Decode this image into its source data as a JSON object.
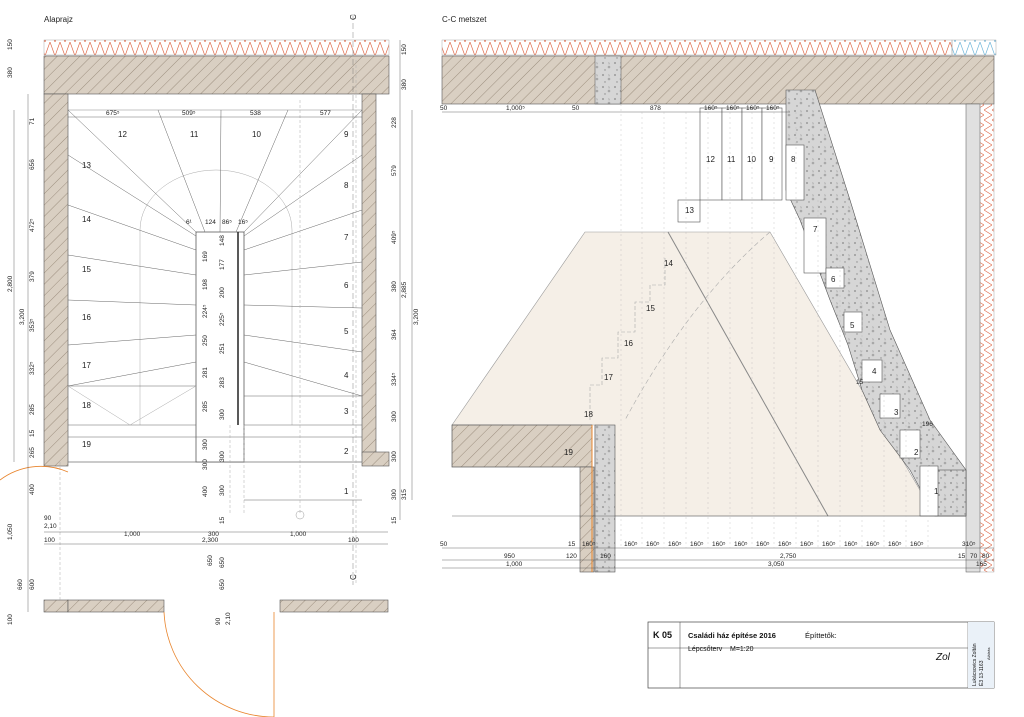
{
  "plan": {
    "title": "Alaprajz",
    "top_dims": [
      "675⁵",
      "509⁵",
      "538",
      "577"
    ],
    "left_dims": [
      "380",
      "150",
      "71",
      "656",
      "472⁵",
      "379",
      "353⁵",
      "332⁵",
      "285",
      "15",
      "265",
      "400",
      "1,050",
      "660",
      "600",
      "650",
      "100"
    ],
    "left_total": [
      "2,800",
      "3,200"
    ],
    "right_dims": [
      "150",
      "380",
      "228",
      "579",
      "409⁵",
      "380",
      "364",
      "334⁵",
      "300",
      "300",
      "300",
      "315",
      "15"
    ],
    "right_total": [
      "2,885",
      "3,200"
    ],
    "well_dims_top": [
      "6¹",
      "124",
      "86⁵",
      "16⁵"
    ],
    "well_dims": [
      "169",
      "198",
      "224⁵",
      "250",
      "281",
      "285",
      "300",
      "300",
      "400",
      "15",
      "148",
      "177",
      "200",
      "225⁵",
      "251",
      "283",
      "300",
      "300",
      "300"
    ],
    "bottom_dims": [
      "100",
      "1,000",
      "300",
      "1,000",
      "100"
    ],
    "bottom_total": "2,300",
    "misc_dims": [
      "90",
      "2,10",
      "650",
      "650",
      "90",
      "2,10"
    ],
    "treads_left": [
      "12",
      "11",
      "13",
      "14",
      "15",
      "16",
      "17",
      "18",
      "19"
    ],
    "treads_right": [
      "10",
      "9",
      "8",
      "7",
      "6",
      "5",
      "4",
      "3",
      "2",
      "1"
    ],
    "section_marker": "C"
  },
  "section": {
    "title": "C-C metszet",
    "top_dims": [
      "50",
      "1,000⁵",
      "50",
      "878",
      "160⁵",
      "160⁵",
      "160⁵",
      "160⁵"
    ],
    "bottom_dims": [
      "50",
      "15",
      "160⁵",
      "160⁵",
      "160⁵",
      "160⁵",
      "160⁵",
      "160⁵",
      "160⁵",
      "160⁵",
      "160⁵",
      "160⁵",
      "160⁵",
      "160⁵",
      "160⁵",
      "160⁵",
      "160⁵",
      "15",
      "310⁵",
      "70",
      "80"
    ],
    "bottom_row2": [
      "950",
      "120",
      "160",
      "2,750"
    ],
    "bottom_row3": [
      "1,000",
      "3,050",
      "165"
    ],
    "riser_label": "196",
    "riser_15": "15",
    "steps": [
      "12",
      "11",
      "10",
      "9",
      "8",
      "13",
      "7",
      "14",
      "6",
      "15",
      "5",
      "16",
      "4",
      "17",
      "3",
      "18",
      "2",
      "19",
      "1"
    ]
  },
  "titleblock": {
    "code": "K 05",
    "project": "Családi ház építése 2016",
    "subject": "Lépcsőterv",
    "scale": "M=1:20",
    "builders_label": "Építtetők:",
    "stamp_line1": "Lukácsovics Zoltán",
    "stamp_line2": "É3 13-1163",
    "stamp_line3": "Aláírás",
    "signature": "Zol"
  },
  "colors": {
    "wall": "#d5cabc",
    "wall_hatch": "#8c7d6d",
    "insulation": "#e06a4a",
    "section_fill": "#f4eee6",
    "concrete": "#d0d0d0",
    "blue_insulation": "#6fb5d9",
    "door_arc": "#e8842c"
  }
}
